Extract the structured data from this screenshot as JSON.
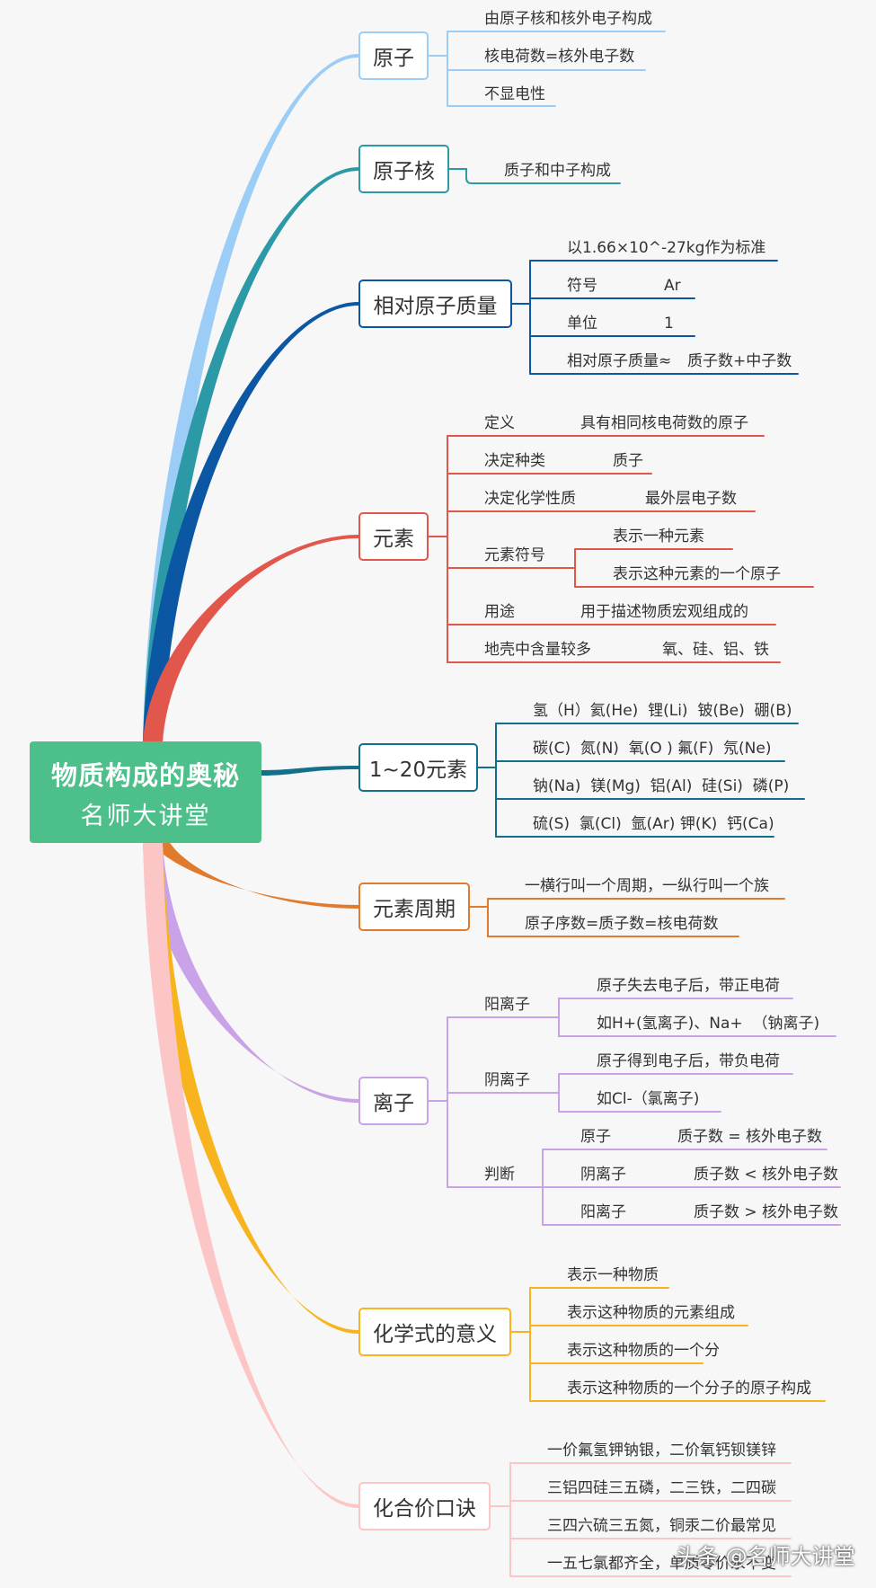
{
  "root": {
    "title": "物质构成的奥秘",
    "subtitle": "名师大讲堂"
  },
  "topics": [
    {
      "label": "原子",
      "color": "#9ccdf6",
      "items": [
        "由原子核和核外电子构成",
        "核电荷数=核外电子数",
        "不显电性"
      ]
    },
    {
      "label": "原子核",
      "color": "#2c9aa6",
      "items": [
        "质子和中子构成"
      ]
    },
    {
      "label": "相对原子质量",
      "color": "#0b57a4",
      "items": [
        {
          "text": "以1.66×10^-27kg作为标准"
        },
        {
          "key": "符号",
          "value": "Ar"
        },
        {
          "key": "单位",
          "value": "1"
        },
        {
          "key": "相对原子质量≈",
          "value": "质子数+中子数"
        }
      ]
    },
    {
      "label": "元素",
      "color": "#e2574c",
      "items": [
        {
          "key": "定义",
          "value": "具有相同核电荷数的原子"
        },
        {
          "key": "决定种类",
          "value": "质子"
        },
        {
          "key": "决定化学性质",
          "value": "最外层电子数"
        },
        {
          "key": "元素符号",
          "values": [
            "表示一种元素",
            "表示这种元素的一个原子"
          ]
        },
        {
          "key": "用途",
          "value": "用于描述物质宏观组成的"
        },
        {
          "key": "地壳中含量较多",
          "value": "氧、硅、铝、铁"
        }
      ]
    },
    {
      "label": "1~20元素",
      "color": "#14708a",
      "items": [
        "氢（H）氦(He)  锂(Li)  铍(Be)  硼(B)",
        "碳(C)  氮(N)  氧(O ) 氟(F)  氖(Ne)",
        "钠(Na)  镁(Mg)  铝(Al)  硅(Si)  磷(P)",
        "硫(S)  氯(Cl)  氩(Ar) 钾(K)  钙(Ca)"
      ]
    },
    {
      "label": "元素周期",
      "color": "#e07a2c",
      "items": [
        "一横行叫一个周期，一纵行叫一个族",
        "原子序数=质子数=核电荷数"
      ]
    },
    {
      "label": "离子",
      "color": "#c9a2e8",
      "items": [
        {
          "key": "阳离子",
          "values": [
            "原子失去电子后，带正电荷",
            "如H+(氢离子)、Na+  （钠离子)"
          ]
        },
        {
          "key": "阴离子",
          "values": [
            "原子得到电子后，带负电荷",
            "如Cl-（氯离子)"
          ]
        },
        {
          "key": "判断",
          "pairs": [
            [
              "原子",
              "质子数 = 核外电子数"
            ],
            [
              "阴离子",
              "质子数 < 核外电子数"
            ],
            [
              "阳离子",
              "质子数 > 核外电子数"
            ]
          ]
        }
      ]
    },
    {
      "label": "化学式的意义",
      "color": "#f8b41e",
      "items": [
        "表示一种物质",
        "表示这种物质的元素组成",
        "表示这种物质的一个分",
        "表示这种物质的一个分子的原子构成"
      ]
    },
    {
      "label": "化合价口诀",
      "color": "#fdc6c6",
      "items": [
        "一价氟氢钾钠银，二价氧钙钡镁锌",
        "三铝四硅三五磷，二三铁，二四碳",
        "三四六硫三五氮，铜汞二价最常见",
        "一五七氯都齐全，单质零价永不变"
      ]
    }
  ],
  "watermark": "头条 @名师大讲堂"
}
